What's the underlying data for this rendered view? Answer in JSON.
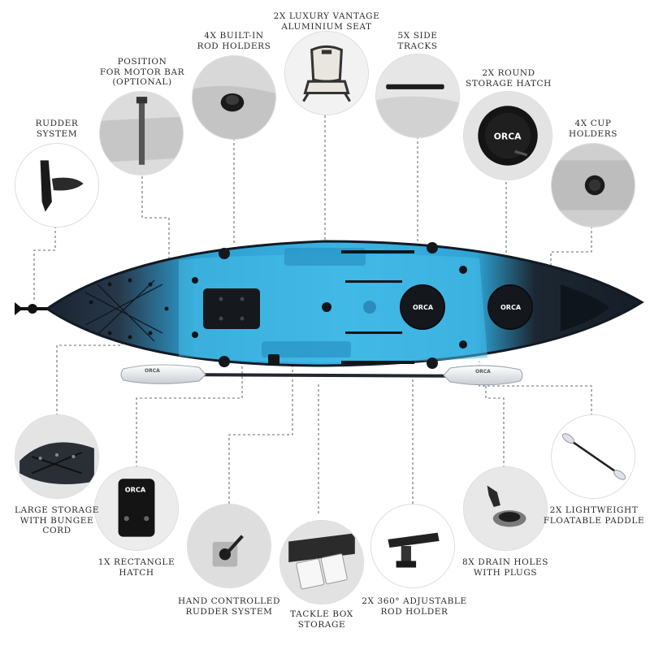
{
  "features": {
    "luxury_seat": "2X LUXURY VANTAGE\nALUMINIUM SEAT",
    "rod_holders": "4X BUILT-IN\nROD HOLDERS",
    "side_tracks": "5X SIDE\nTRACKS",
    "motor_bar": "POSITION\nFOR MOTOR BAR\n(OPTIONAL)",
    "round_hatch": "2X ROUND\nSTORAGE HATCH",
    "rudder": "RUDDER\nSYSTEM",
    "cup_holders": "4X CUP\nHOLDERS",
    "large_storage": "LARGE STORAGE\nWITH BUNGEE CORD",
    "paddle": "2X LIGHTWEIGHT\nFLOATABLE PADDLE",
    "rect_hatch": "1X RECTANGLE\nHATCH",
    "drain_holes": "8X DRAIN HOLES\nWITH PLUGS",
    "hand_rudder": "HAND CONTROLLED\nRUDDER SYSTEM",
    "adjustable_rod": "2X 360° ADJUSTABLE\nROD HOLDER",
    "tackle_box": "TACKLE BOX\nSTORAGE"
  },
  "brand": {
    "text": "ORCA"
  },
  "colors": {
    "hull_blue": "#2fa6d8",
    "hull_dark": "#1c2733",
    "leader": "#6b6b6b"
  }
}
